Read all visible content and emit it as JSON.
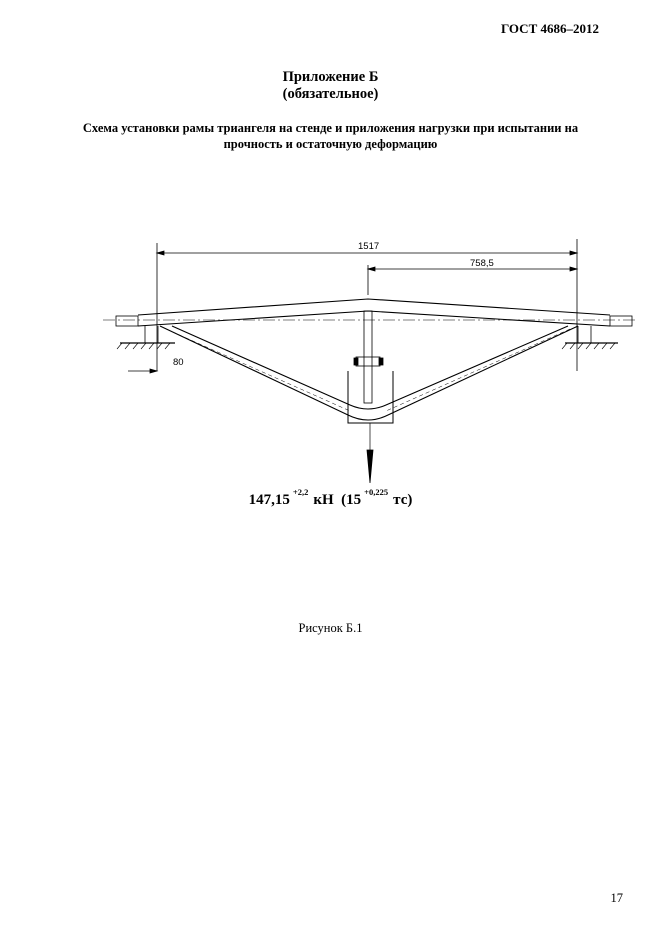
{
  "header": {
    "standard": "ГОСТ 4686–2012"
  },
  "annex": {
    "title": "Приложение  Б",
    "status": "(обязательное)"
  },
  "caption": {
    "line1": "Схема установки рамы триангеля на стенде и приложения нагрузки при испытании на",
    "line2": "прочность и остаточную деформацию"
  },
  "figure": {
    "dim_total": "1517",
    "dim_half": "758,5",
    "dim_offset": "80"
  },
  "load": {
    "value": "147,15",
    "tol_kn": "+2,2",
    "unit_kn": "кН",
    "value_tc": "15",
    "tol_tc": "+0,225",
    "unit_tc": "тс"
  },
  "figure_label": "Рисунок Б.1",
  "page_number": "17"
}
